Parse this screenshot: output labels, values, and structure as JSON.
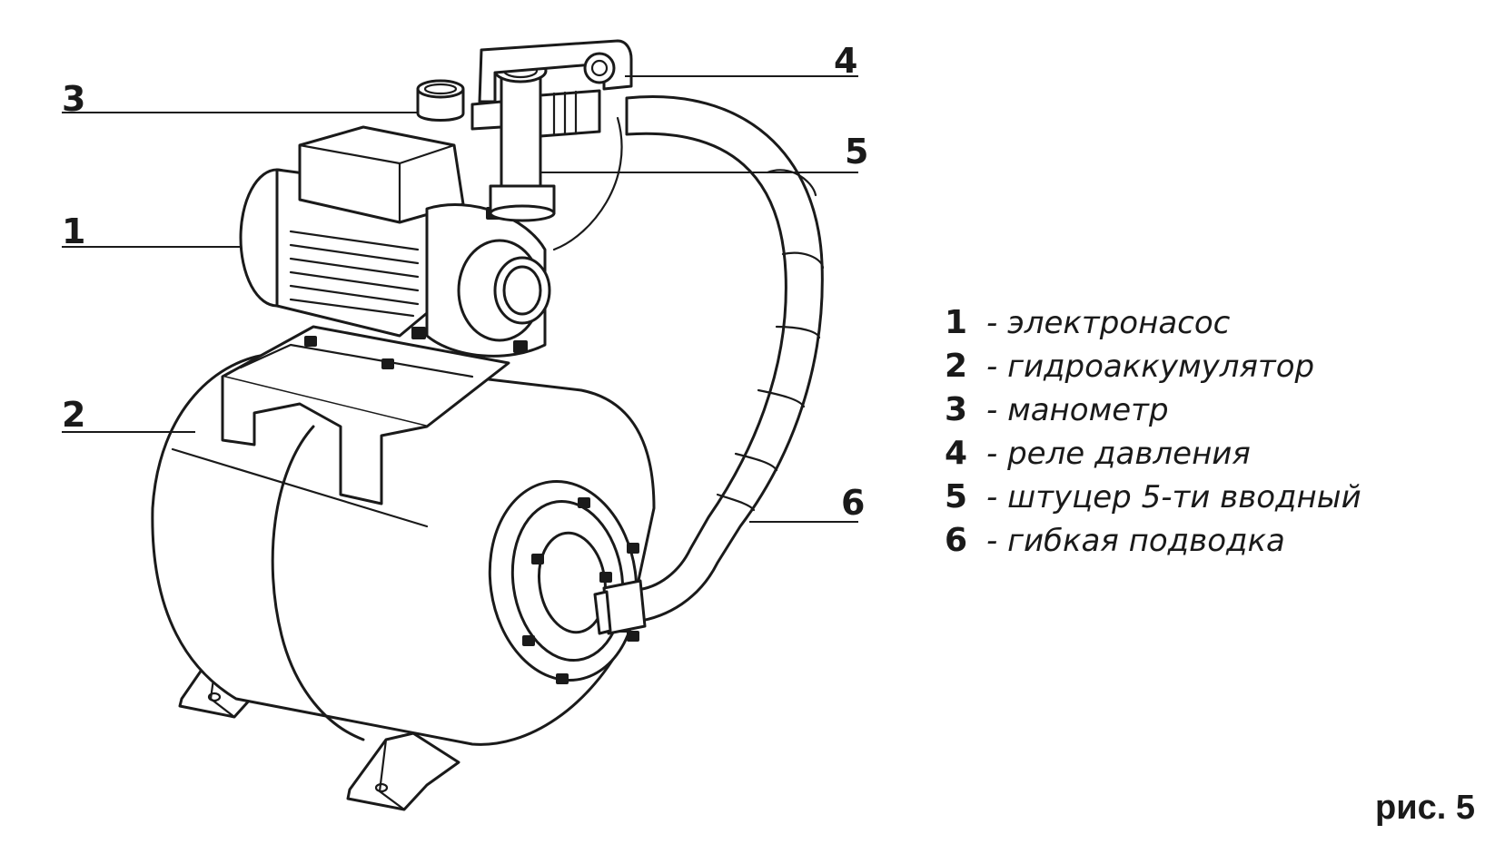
{
  "callouts": [
    "1",
    "2",
    "3",
    "4",
    "5",
    "6"
  ],
  "legend": [
    {
      "num": "1",
      "text": "- электронасос"
    },
    {
      "num": "2",
      "text": "- гидроаккумулятор"
    },
    {
      "num": "3",
      "text": "- манометр"
    },
    {
      "num": "4",
      "text": "- реле давления"
    },
    {
      "num": "5",
      "text": "- штуцер 5-ти вводный"
    },
    {
      "num": "6",
      "text": "- гибкая подводка"
    }
  ],
  "caption": "рис. 5"
}
